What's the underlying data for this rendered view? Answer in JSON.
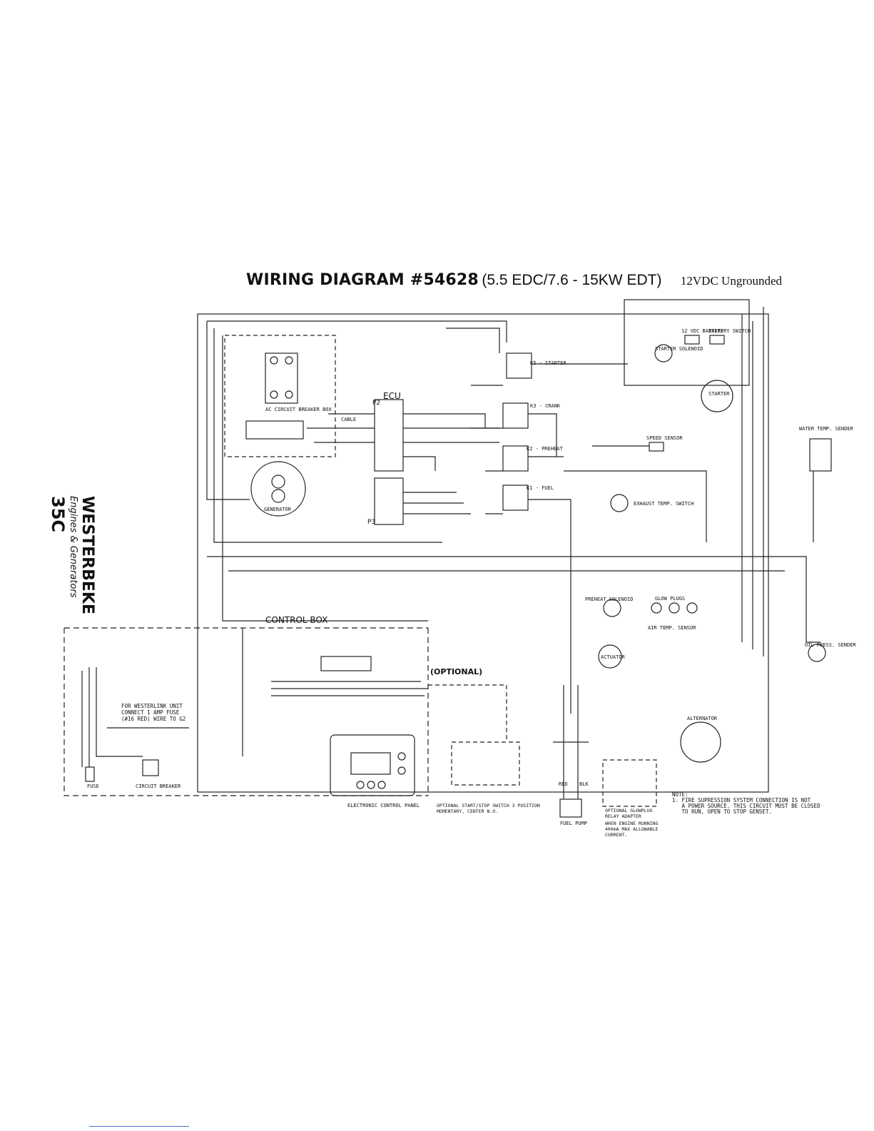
{
  "title": {
    "main": "WIRING DIAGRAM #54628",
    "models": "(5.5 EDC/7.6 - 15KW EDT)",
    "voltage": "12VDC Ungrounded"
  },
  "brand": {
    "name": "WESTERBEKE",
    "tagline": "Engines & Generators",
    "page": "35C"
  },
  "components": {
    "ecu": "ECU",
    "ecu_p2": "P2",
    "ecu_p3": "P3",
    "ac_breaker": "AC CIRCUIT BREAKER BOX",
    "generator": "GENERATOR",
    "control_box": "CONTROL BOX",
    "optional": "(OPTIONAL)",
    "k5": "K5 - STARTER",
    "k3": "K3 - CRANK",
    "k2": "K2 - PREHEAT",
    "k1": "K1 - FUEL",
    "starter": "STARTER",
    "starter_solenoid": "STARTER SOLENOID",
    "speed_sensor": "SPEED SENSOR",
    "exhaust_switch": "EXHAUST TEMP. SWITCH",
    "preheat_solenoid": "PREHEAT SOLENOID",
    "glow_plugs": "GLOW PLUGS",
    "air_temp": "AIR TEMP. SENSOR",
    "actuator": "ACTUATOR",
    "alternator": "ALTERNATOR",
    "oil_sender": "OIL PRESS. SENDER",
    "water_temp": "WATER TEMP. SENDER",
    "fuel_pump": "FUEL PUMP",
    "fuse": "FUSE",
    "circuit_breaker": "CIRCUIT BREAKER",
    "panel": "ELECTRONIC CONTROL PANEL",
    "start_stop": "OPTIONAL START/STOP SWITCH 3 POSITION MOMENTARY, CENTER N.O.",
    "glowplug_relay": "OPTIONAL GLOWPLUG RELAY ADAPTER",
    "when_engine": "WHEN ENGINE RUNNING 400mA MAX ALLOWABLE CURRENT.",
    "westerlink": "FOR WESTERLINK UNIT CONNECT 1 AMP FUSE (#16 RED) WIRE TO G2",
    "battery": "12 VDC BATTERY",
    "battery_switch": "BATTERY SWITCH",
    "cable": "CABLE",
    "red": "RED",
    "blk": "BLK"
  },
  "note": "NOTE:\n1. FIRE SUPRESSION SYSTEM CONNECTION IS NOT\n   A POWER SOURCE. THIS CIRCUIT MUST BE CLOSED\n   TO RUN, OPEN TO STOP GENSET."
}
